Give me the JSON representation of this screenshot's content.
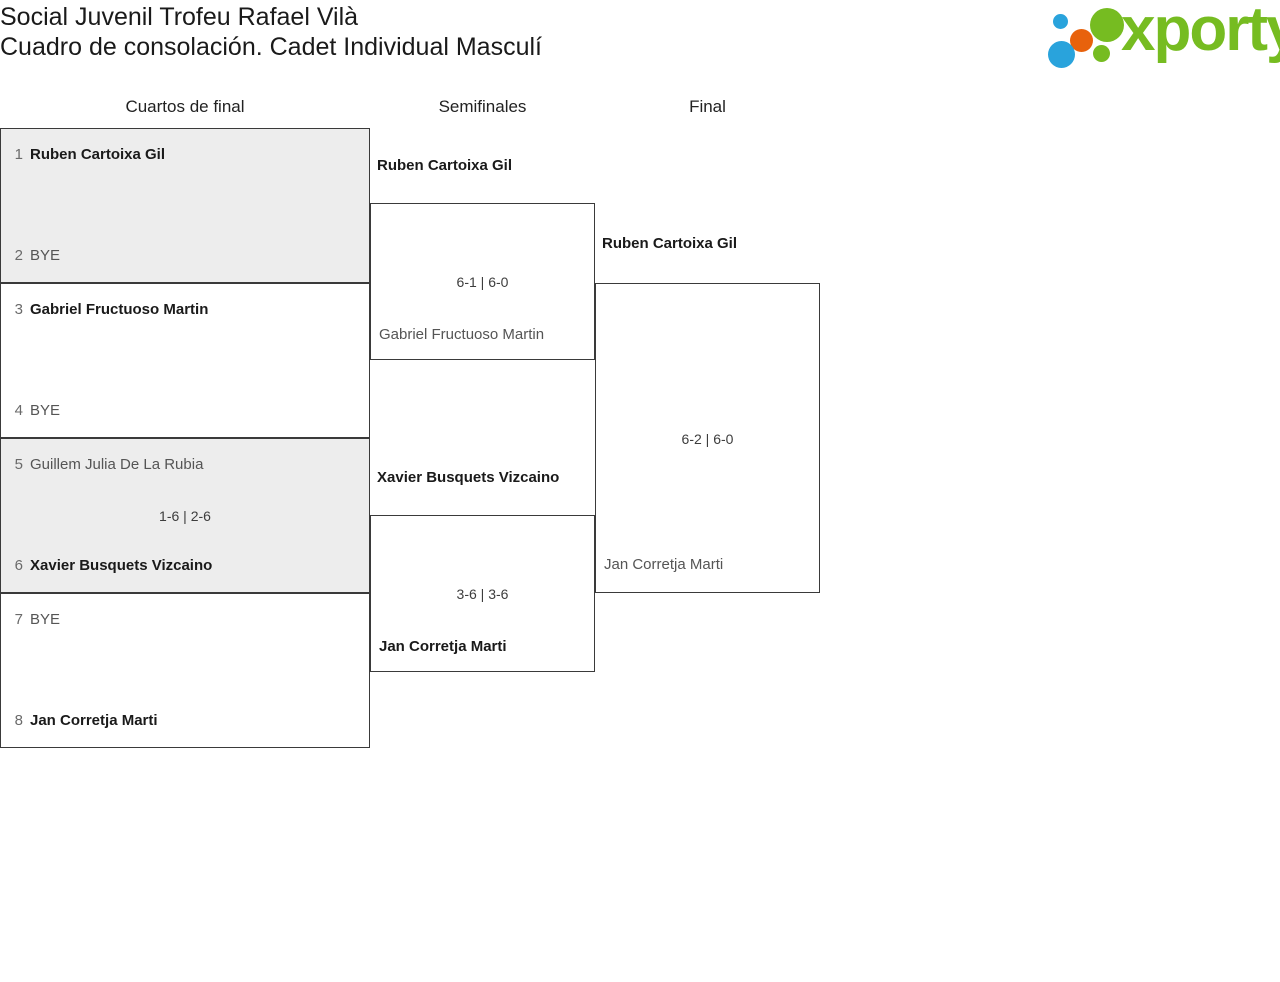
{
  "header": {
    "title_line1": "Social Juvenil Trofeu Rafael Vilà",
    "title_line2": "Cuadro de consolación. Cadet Individual Masculí",
    "logo_text": "xporty",
    "logo_colors": {
      "green": "#76bc21",
      "blue": "#29a3dc",
      "orange": "#e8620c"
    }
  },
  "columns": {
    "round1": "Cuartos de final",
    "semifinals": "Semifinales",
    "final": "Final"
  },
  "colors": {
    "winner_text": "#1a1a1a",
    "loser_text": "#555555",
    "seed_text": "#6a6a6a",
    "border": "#3a3a3a",
    "shaded_row": "#ededed"
  },
  "bracket": {
    "round1": [
      {
        "top": {
          "seed": "1",
          "name": "Ruben Cartoixa Gil",
          "winner": true
        },
        "bottom": {
          "seed": "2",
          "name": "BYE",
          "winner": false
        },
        "score": "",
        "shaded": true
      },
      {
        "top": {
          "seed": "3",
          "name": "Gabriel Fructuoso Martin",
          "winner": true
        },
        "bottom": {
          "seed": "4",
          "name": "BYE",
          "winner": false
        },
        "score": "",
        "shaded": false
      },
      {
        "top": {
          "seed": "5",
          "name": "Guillem Julia De La Rubia",
          "winner": false
        },
        "bottom": {
          "seed": "6",
          "name": "Xavier Busquets Vizcaino",
          "winner": true
        },
        "score": "1-6 | 2-6",
        "shaded": true
      },
      {
        "top": {
          "seed": "7",
          "name": "BYE",
          "winner": false
        },
        "bottom": {
          "seed": "8",
          "name": "Jan Corretja Marti",
          "winner": true
        },
        "score": "",
        "shaded": false
      }
    ],
    "semifinals": [
      {
        "top": {
          "name": "Ruben Cartoixa Gil",
          "winner": true
        },
        "bottom": {
          "name": "Gabriel Fructuoso Martin",
          "winner": false
        },
        "score": "6-1 | 6-0"
      },
      {
        "top": {
          "name": "Xavier Busquets Vizcaino",
          "winner": false
        },
        "bottom": {
          "name": "Jan Corretja Marti",
          "winner": true
        },
        "score": "3-6 | 3-6"
      }
    ],
    "final": [
      {
        "top": {
          "name": "Ruben Cartoixa Gil",
          "winner": true
        },
        "bottom": {
          "name": "Jan Corretja Marti",
          "winner": false
        },
        "score": "6-2 | 6-0"
      }
    ]
  }
}
